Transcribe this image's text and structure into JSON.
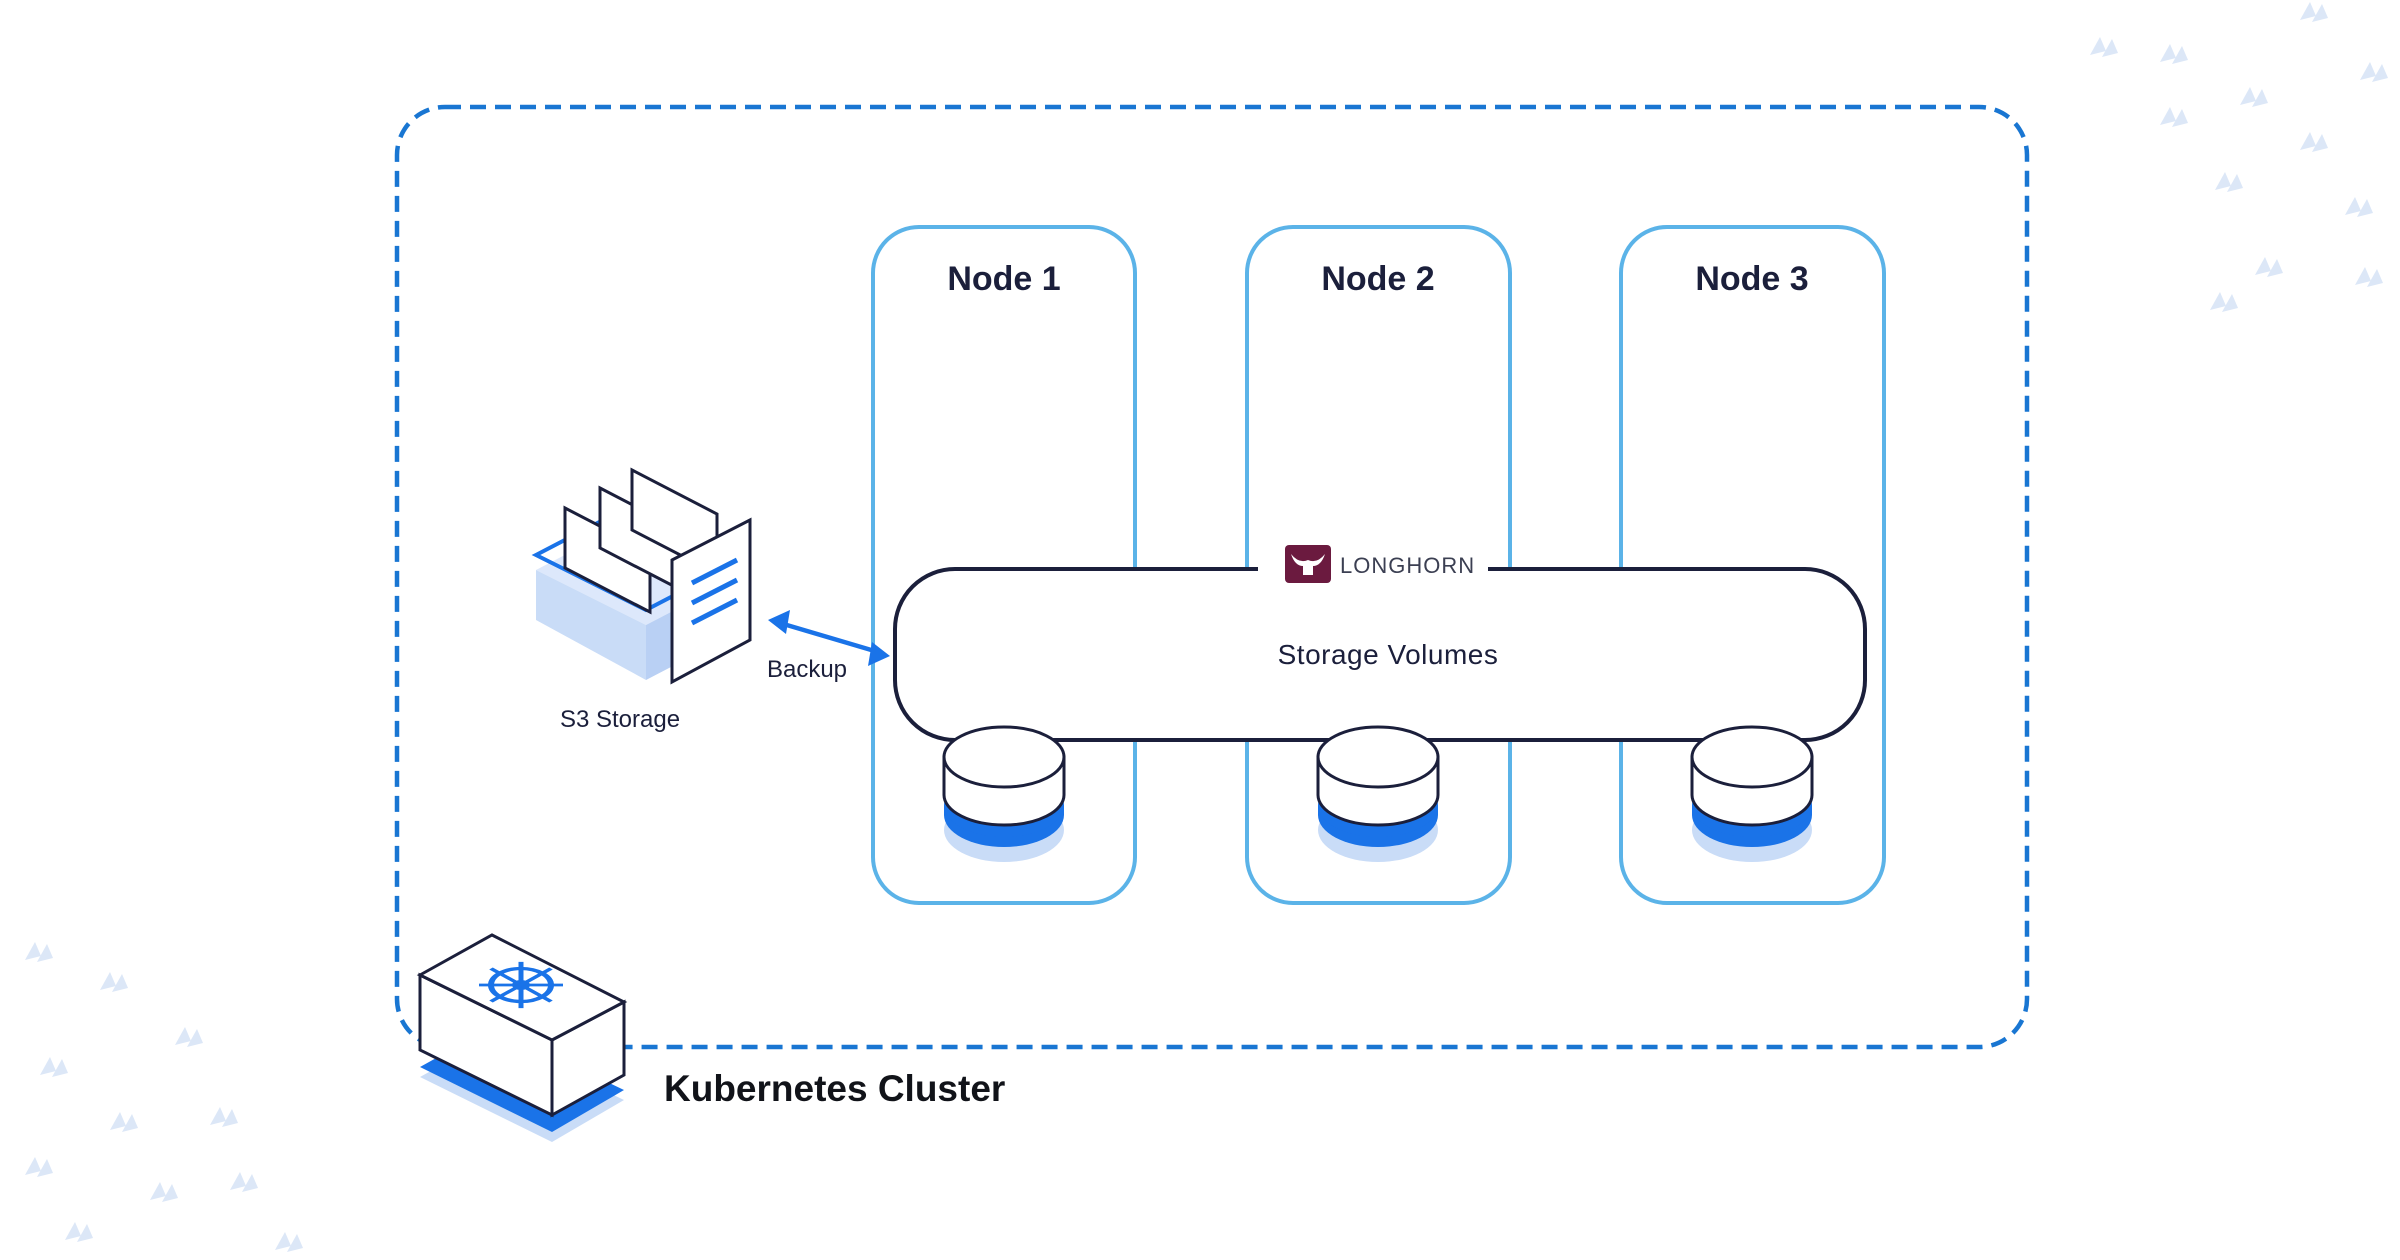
{
  "diagram": {
    "cluster_label": "Kubernetes Cluster",
    "nodes": [
      {
        "label": "Node 1"
      },
      {
        "label": "Node 2"
      },
      {
        "label": "Node 3"
      }
    ],
    "brand_label": "LONGHORN",
    "storage_label": "Storage Volumes",
    "backup_label": "Backup",
    "s3_label": "S3 Storage",
    "connection": {
      "from": "S3 Storage",
      "to": "Storage Volumes",
      "label": "Backup",
      "direction": "bidirectional"
    }
  },
  "colors": {
    "cluster_border": "#1976d2",
    "node_border": "#5bb3e8",
    "storage_border": "#1b1f3b",
    "accent_blue": "#1a73e8",
    "light_blue": "#c9dcf7",
    "brand": "#6b1a3f",
    "text": "#1b1f3b"
  },
  "icons": {
    "kubernetes": "kubernetes-helm-icon",
    "s3": "s3-folder-icon",
    "disk": "disk-volume-icon",
    "brand": "longhorn-logo-icon"
  }
}
